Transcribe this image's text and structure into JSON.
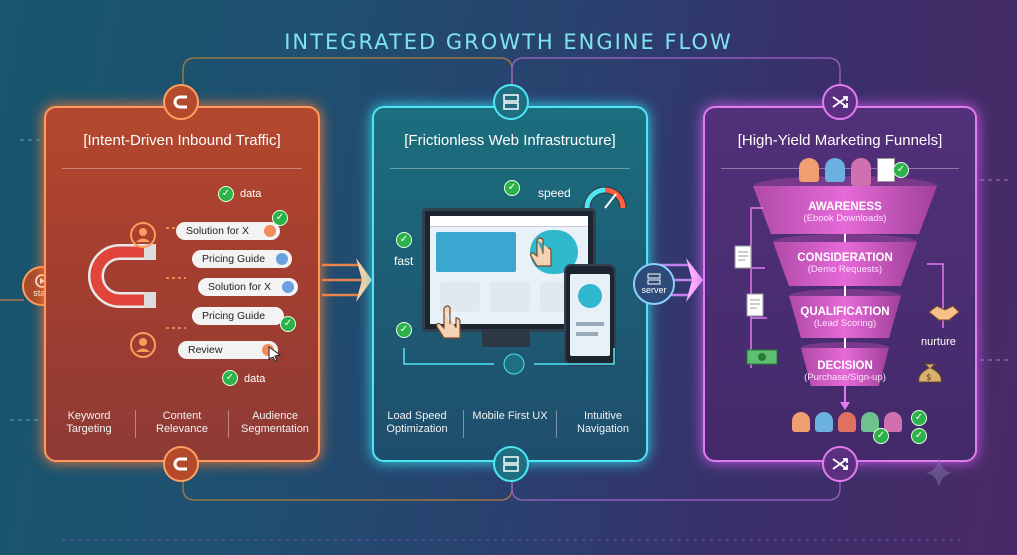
{
  "title": "INTEGRATED GROWTH ENGINE FLOW",
  "colors": {
    "orange": "#ff8a4a",
    "cyan": "#4fe6f4",
    "magenta": "#e07cf0",
    "green": "#2bb34a"
  },
  "start_label": "start",
  "server_label": "server",
  "panels": [
    {
      "title": "[Intent-Driven Inbound Traffic]",
      "icon": "magnet-icon",
      "tags": [
        "Solution for X",
        "Pricing Guide",
        "Solution for X",
        "Pricing Guide",
        "Review"
      ],
      "data_labels": [
        "data",
        "data"
      ],
      "footer": [
        "Keyword Targeting",
        "Content Relevance",
        "Audience Segmentation"
      ]
    },
    {
      "title": "[Frictionless Web Infrastructure]",
      "icon": "server-icon",
      "labels": {
        "speed": "speed",
        "fast": "fast"
      },
      "footer": [
        "Load Speed Optimization",
        "Mobile First UX",
        "Intuitive Navigation"
      ]
    },
    {
      "title": "[High-Yield Marketing Funnels]",
      "icon": "shuffle-icon",
      "stages": [
        {
          "name": "AWARENESS",
          "sub": "(Ebook Downloads)"
        },
        {
          "name": "CONSIDERATION",
          "sub": "(Demo Requests)"
        },
        {
          "name": "QUALIFICATION",
          "sub": "(Lead Scoring)"
        },
        {
          "name": "DECISION",
          "sub": "(Purchase/Sign-up)"
        }
      ],
      "nurture_label": "nurture"
    }
  ]
}
